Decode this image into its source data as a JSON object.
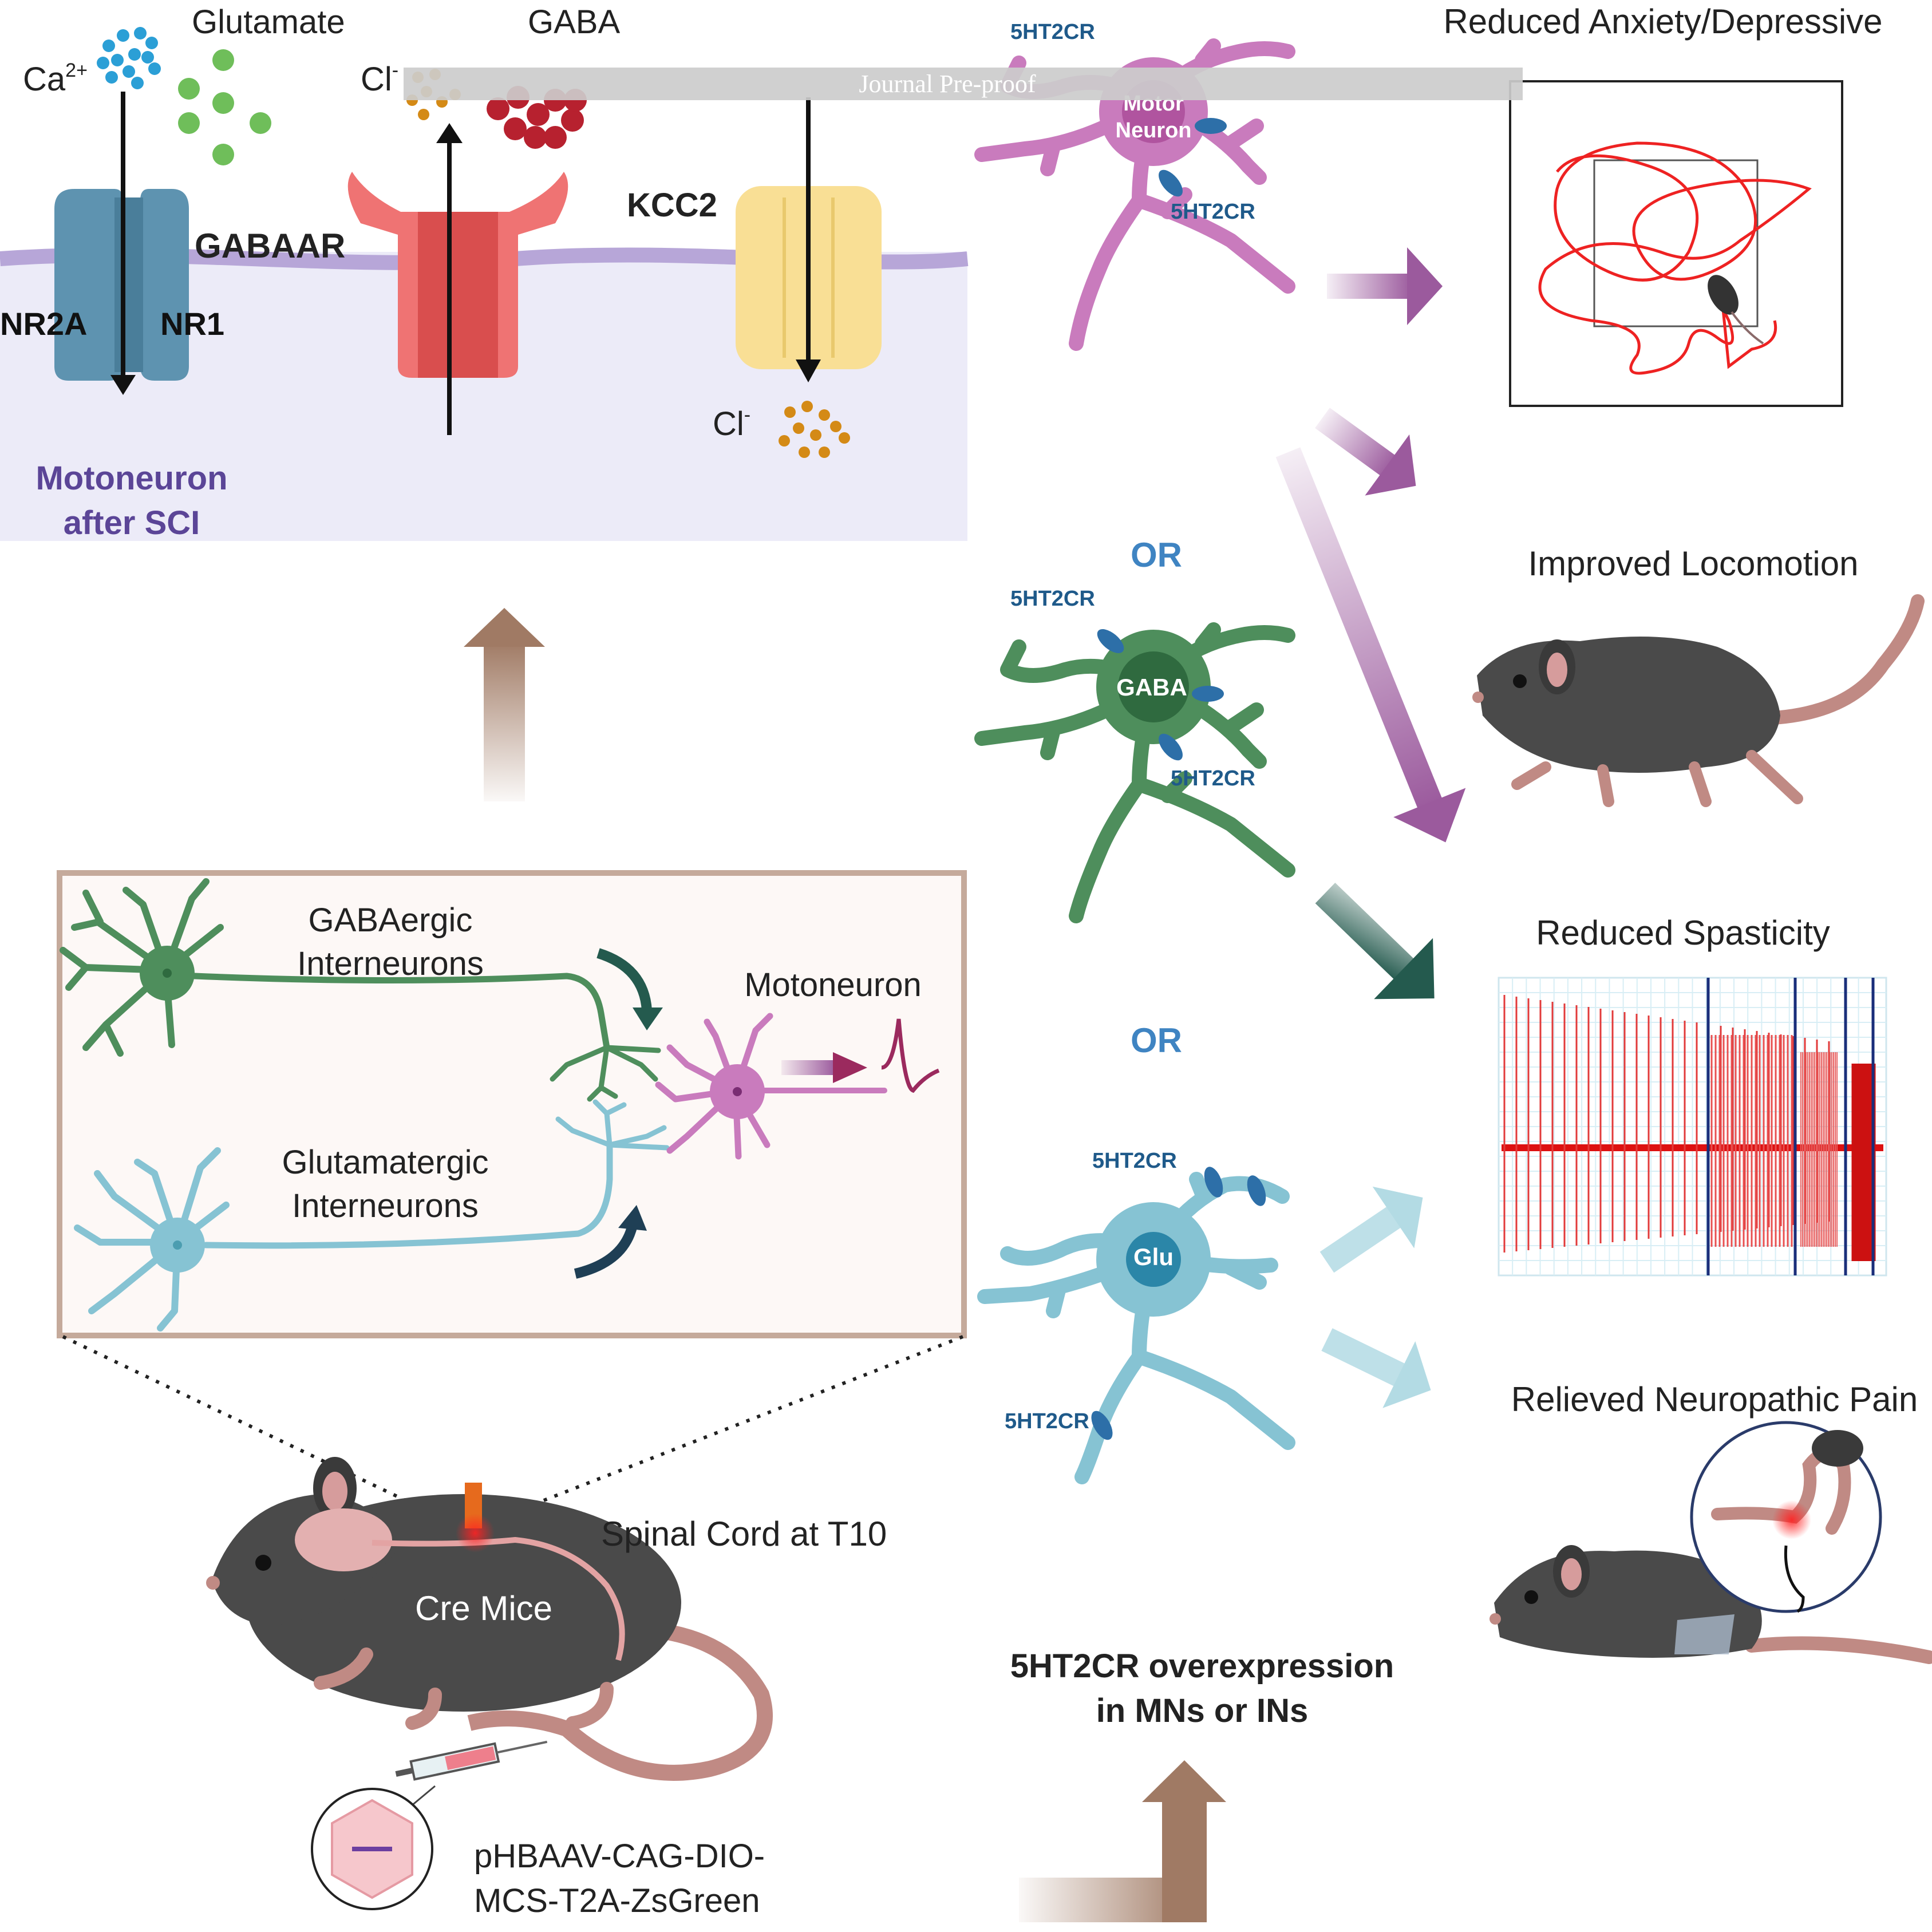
{
  "colors": {
    "mn_pink": "#c97bbd",
    "gaba_green": "#4e8e5c",
    "glu_blue": "#86c3d3",
    "receptor_blue": "#2d6fa8",
    "arrow_purple": "#9b5a9d",
    "arrow_dark_green": "#245a4e",
    "arrow_light_blue": "#b3dbe4",
    "arrow_brown": "#a07a64",
    "membrane_bg": "#ecebf8",
    "motoneuron_label": "#5b4597",
    "or_blue": "#3f84c2",
    "nmda_blue": "#5e93b0",
    "gabaar_red": "#e65c5c",
    "kcc2_yellow": "#f9df95",
    "trace_red": "#dd1111"
  },
  "watermark": "Journal Pre-proof",
  "membrane_panel": {
    "glutamate": "Glutamate",
    "gaba": "GABA",
    "ca": "Ca",
    "ca_sup": "2+",
    "cl_top": "Cl",
    "cl_top_sup": "-",
    "cl_bottom": "Cl",
    "cl_bottom_sup": "-",
    "gabaar": "GABAAR",
    "kcc2": "KCC2",
    "nr2a": "NR2A",
    "nr1": "NR1",
    "motoneuron_line1": "Motoneuron",
    "motoneuron_line2": "after SCI"
  },
  "circuit_box": {
    "gabaergic_line1": "GABAergic",
    "gabaergic_line2": "Interneurons",
    "glutamatergic_line1": "Glutamatergic",
    "glutamatergic_line2": "Interneurons",
    "motoneuron": "Motoneuron"
  },
  "mouse_injection": {
    "spinal_cord": "Spinal Cord at T10",
    "cre_mice": "Cre Mice",
    "vector_line1": "pHBAAV-CAG-DIO-",
    "vector_line2": "MCS-T2A-ZsGreen"
  },
  "neurons": {
    "motor_label_line1": "Motor",
    "motor_label_line2": "Neuron",
    "gaba_label": "GABA",
    "glu_label": "Glu",
    "receptor": "5HT2CR",
    "or_1": "OR",
    "or_2": "OR",
    "overexpression_line1": "5HT2CR overexpression",
    "overexpression_line2": "in MNs or INs"
  },
  "outcomes": {
    "anxiety": "Reduced Anxiety/Depressive",
    "locomotion": "Improved Locomotion",
    "spasticity": "Reduced Spasticity",
    "pain": "Relieved Neuropathic Pain"
  }
}
